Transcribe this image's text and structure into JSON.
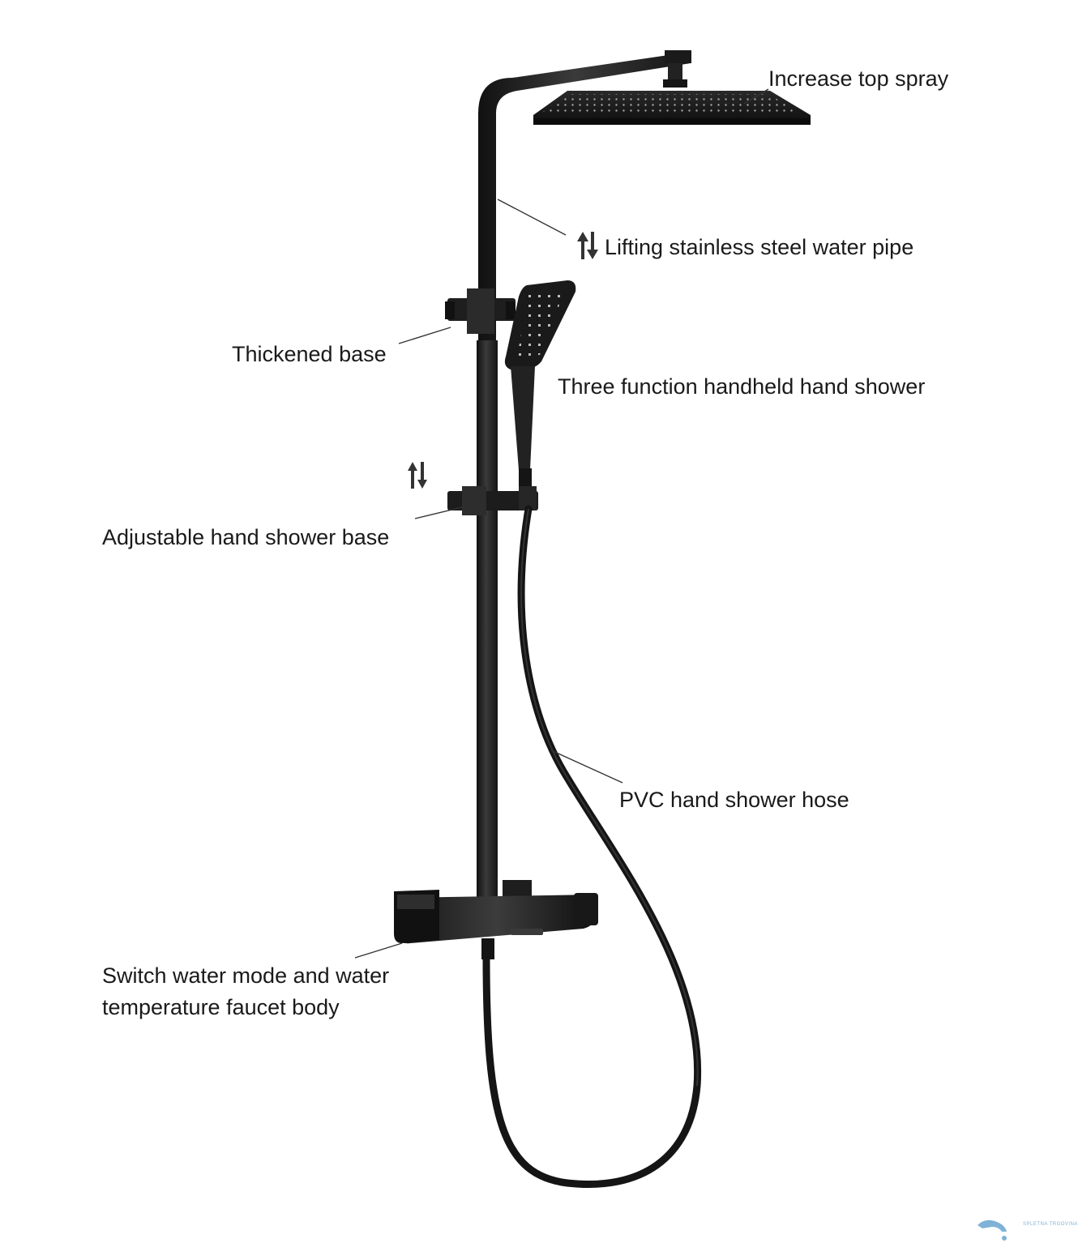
{
  "labels": {
    "top_spray": "Increase top spray",
    "water_pipe": "Lifting stainless steel water pipe",
    "thickened_base": "Thickened base",
    "hand_shower": "Three function handheld hand shower",
    "adjustable_base": "Adjustable hand shower base",
    "hose": "PVC hand shower hose",
    "faucet_line1": "Switch water mode and water",
    "faucet_line2": "temperature faucet body"
  },
  "watermark": {
    "text": "SPLETNA TRGOVINA"
  },
  "colors": {
    "fixture": "#1c1c1c",
    "fixture_highlight": "#4a4a4a",
    "watermark": "#7fb2d6"
  }
}
